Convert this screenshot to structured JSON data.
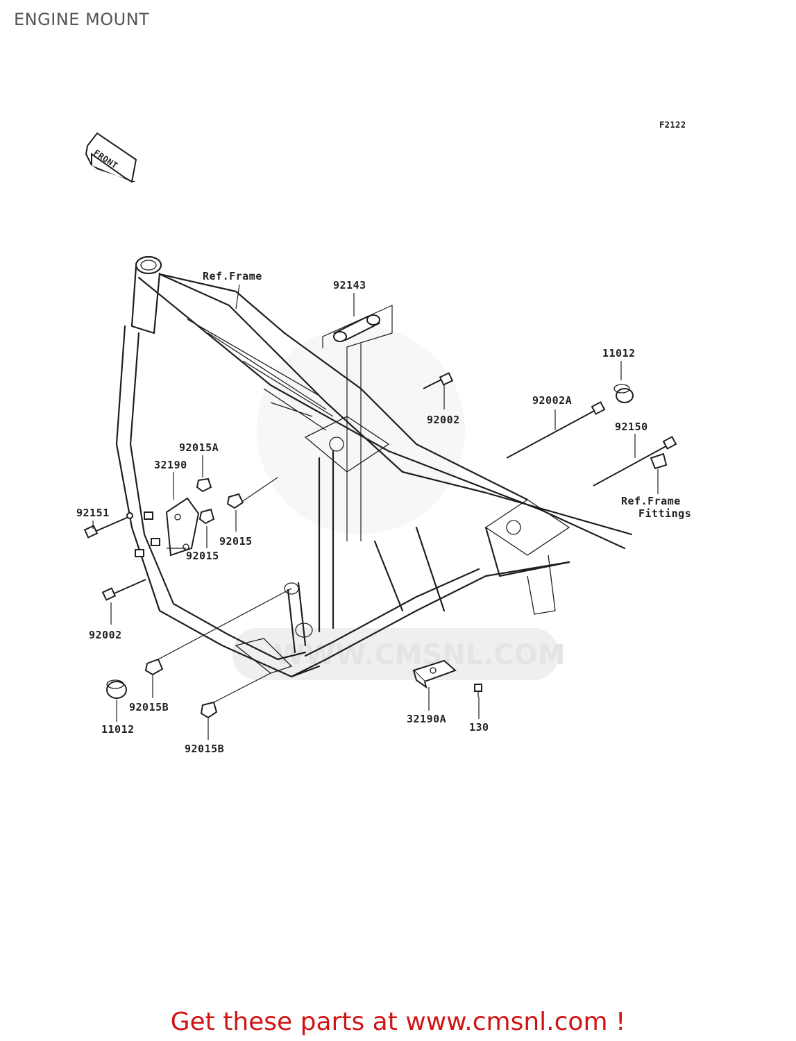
{
  "title": "ENGINE MOUNT",
  "figure_code": "F2122",
  "front_label": "FRONT",
  "watermark_text": "WWW.CMSNL.COM",
  "footer_text": "Get these parts at www.cmsnl.com !",
  "colors": {
    "footer": "#d01414",
    "title": "#555555",
    "line": "#1e1e1e"
  },
  "labels": {
    "ref_frame": "Ref.Frame",
    "ref_frame_fittings_1": "Ref.Frame",
    "ref_frame_fittings_2": "Fittings",
    "p92143": "92143",
    "p11012_top": "11012",
    "p92002_top": "92002",
    "p92002a": "92002A",
    "p92150": "92150",
    "p92015a": "92015A",
    "p32190": "32190",
    "p92151": "92151",
    "p92015_mid": "92015",
    "p92015_low": "92015",
    "p92002_low": "92002",
    "p92015b_1": "92015B",
    "p11012_low": "11012",
    "p92015b_2": "92015B",
    "p32190a": "32190A",
    "p130": "130"
  }
}
